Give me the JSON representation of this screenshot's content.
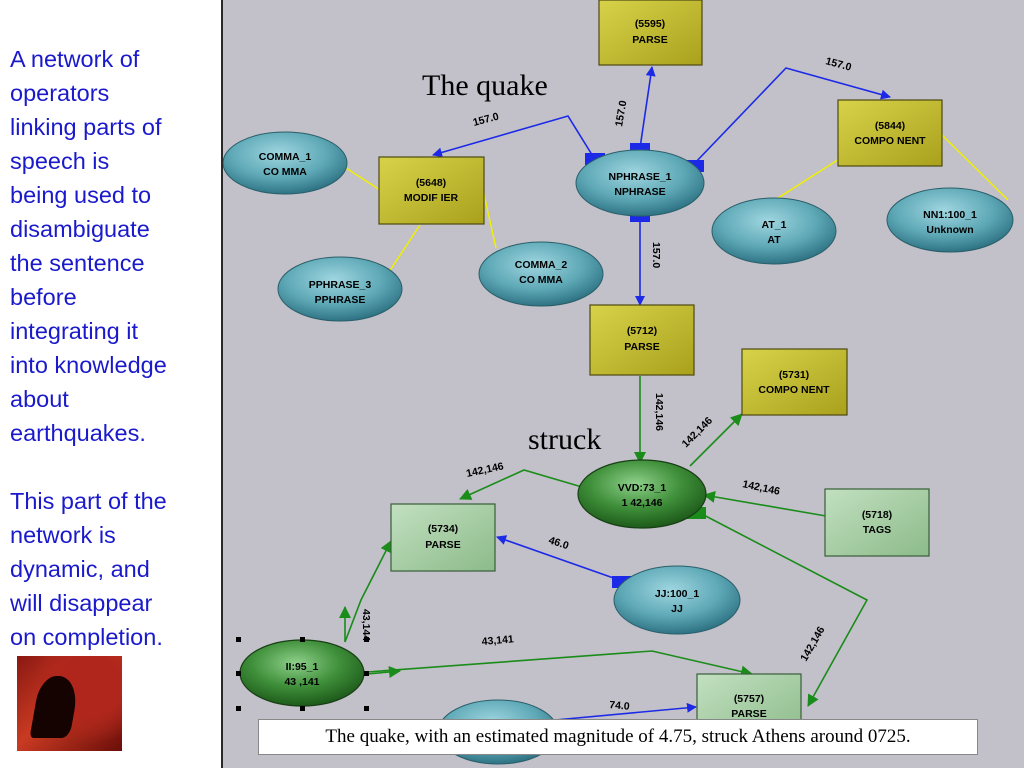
{
  "left_panel": {
    "text": "A network of\noperators\nlinking parts of\nspeech is\nbeing used to\ndisambiguate\nthe sentence\nbefore\nintegrating it\ninto knowledge\nabout\nearthquakes.\n\nThis part of the\nnetwork is\ndynamic, and\nwill disappear\non completion."
  },
  "annotations": {
    "quake": "The quake",
    "struck": "struck"
  },
  "caption": "The quake, with an estimated magnitude of 4.75, struck Athens around 0725.",
  "colors": {
    "canvas_bg": "#c2c0c8",
    "box_yellow": "#c2bb28",
    "box_green": "#a6cda5",
    "ellipse_teal": "#5ea8b6",
    "ellipse_green": "#3f8f3a",
    "edge_blue": "#1c2ae8",
    "edge_green": "#1a8c1a",
    "edge_yellow": "#f0f000"
  },
  "nodes": {
    "parse_5595": {
      "l1": "(5595)",
      "l2": "PARSE"
    },
    "comp_5844": {
      "l1": "(5844)",
      "l2": "COMPO NENT"
    },
    "comma1": {
      "l1": "COMMA_1",
      "l2": "CO MMA"
    },
    "modif_5648": {
      "l1": "(5648)",
      "l2": "MODIF IER"
    },
    "nphrase1": {
      "l1": "NPHRASE_1",
      "l2": "NPHRASE"
    },
    "at1": {
      "l1": "AT_1",
      "l2": "AT"
    },
    "nn1": {
      "l1": "NN1:100_1",
      "l2": "Unknown"
    },
    "comma2": {
      "l1": "COMMA_2",
      "l2": "CO MMA"
    },
    "pphrase3": {
      "l1": "PPHRASE_3",
      "l2": "PPHRASE"
    },
    "parse_5712": {
      "l1": "(5712)",
      "l2": "PARSE"
    },
    "comp_5731": {
      "l1": "(5731)",
      "l2": "COMPO NENT"
    },
    "vvd73": {
      "l1": "VVD:73_1",
      "l2": "1 42,146"
    },
    "tags_5718": {
      "l1": "(5718)",
      "l2": "TAGS"
    },
    "parse_5734": {
      "l1": "(5734)",
      "l2": "PARSE"
    },
    "jj100": {
      "l1": "JJ:100_1",
      "l2": "JJ"
    },
    "ii95": {
      "l1": "II:95_1",
      "l2": "43 ,141"
    },
    "parse_5757": {
      "l1": "(5757)",
      "l2": "PARSE"
    }
  },
  "edge_labels": {
    "e1": "157.0",
    "e2": "157.0",
    "e3": "157.0",
    "e4": "157.0",
    "e5": "142,146",
    "e6": "142,146",
    "e7": "142,146",
    "e8": "142,146",
    "e9": "142,146",
    "e10": "46.0",
    "e11": "43,144",
    "e12": "43,141",
    "e13": "74.0"
  }
}
